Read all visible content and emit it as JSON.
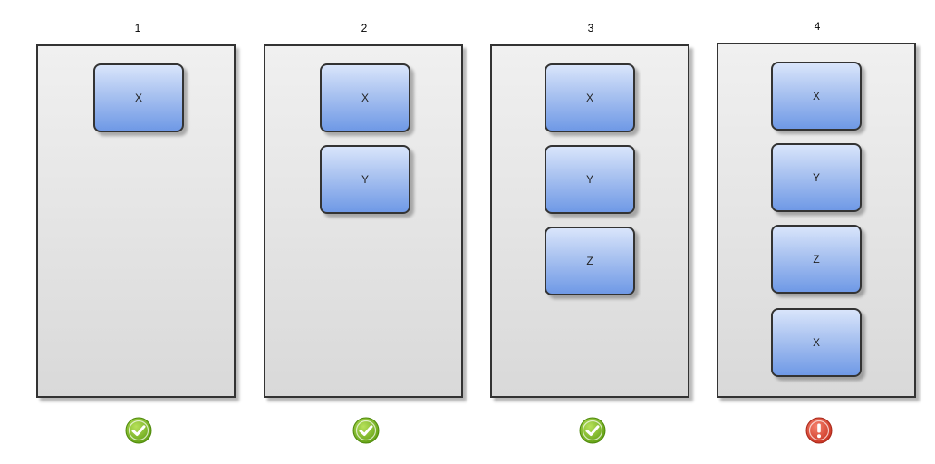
{
  "columns": [
    {
      "label": "1",
      "blocks": [
        "X"
      ],
      "status": "ok",
      "status_icon": "check-circle-icon"
    },
    {
      "label": "2",
      "blocks": [
        "X",
        "Y"
      ],
      "status": "ok",
      "status_icon": "check-circle-icon"
    },
    {
      "label": "3",
      "blocks": [
        "X",
        "Y",
        "Z"
      ],
      "status": "ok",
      "status_icon": "check-circle-icon"
    },
    {
      "label": "4",
      "blocks": [
        "X",
        "Y",
        "Z",
        "X"
      ],
      "status": "error",
      "status_icon": "exclamation-circle-icon"
    }
  ],
  "colors": {
    "ok": "#7ab317",
    "error": "#e2452f",
    "block": "#6f99e6",
    "panel_border": "#333333"
  }
}
